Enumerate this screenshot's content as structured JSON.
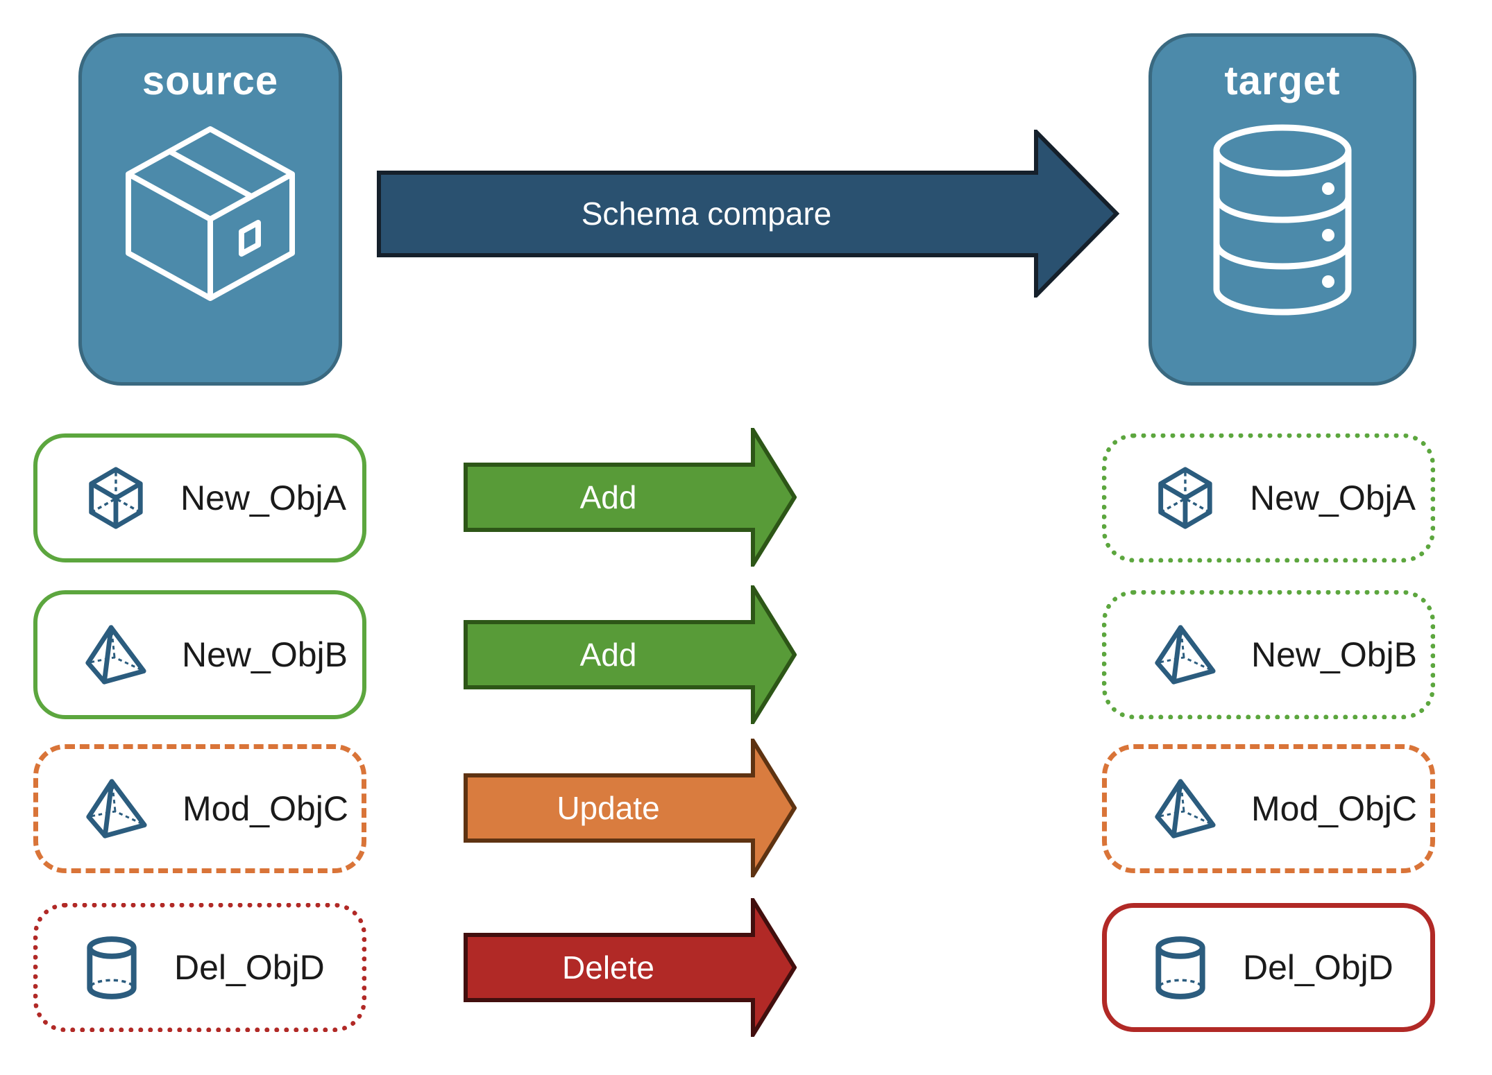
{
  "source_panel": {
    "label": "source",
    "icon": "package-box-icon",
    "fill_color": "#4C8AAA"
  },
  "target_panel": {
    "label": "target",
    "icon": "database-icon",
    "fill_color": "#4C8AAA"
  },
  "compare_arrow": {
    "label": "Schema compare",
    "fill_color": "#2A5170"
  },
  "rows": [
    {
      "object_name": "New_ObjA",
      "icon": "cube-icon",
      "action": "Add",
      "action_color": "#589B38",
      "source_box_border": "solid green",
      "target_box_border": "dotted green"
    },
    {
      "object_name": "New_ObjB",
      "icon": "pyramid-icon",
      "action": "Add",
      "action_color": "#589B38",
      "source_box_border": "solid green",
      "target_box_border": "dotted green"
    },
    {
      "object_name": "Mod_ObjC",
      "icon": "pyramid-icon",
      "action": "Update",
      "action_color": "#D97C3F",
      "source_box_border": "dashed orange",
      "target_box_border": "dashed orange"
    },
    {
      "object_name": "Del_ObjD",
      "icon": "cylinder-icon",
      "action": "Delete",
      "action_color": "#B12926",
      "source_box_border": "dotted red",
      "target_box_border": "solid red"
    }
  ],
  "colors": {
    "panel_blue": "#4C8AAA",
    "panel_border": "#3A6980",
    "icon_blue": "#2B5C7E",
    "green": "#5CA63E",
    "orange": "#D97438",
    "red": "#B12926",
    "arrow_text": "#ffffff"
  }
}
